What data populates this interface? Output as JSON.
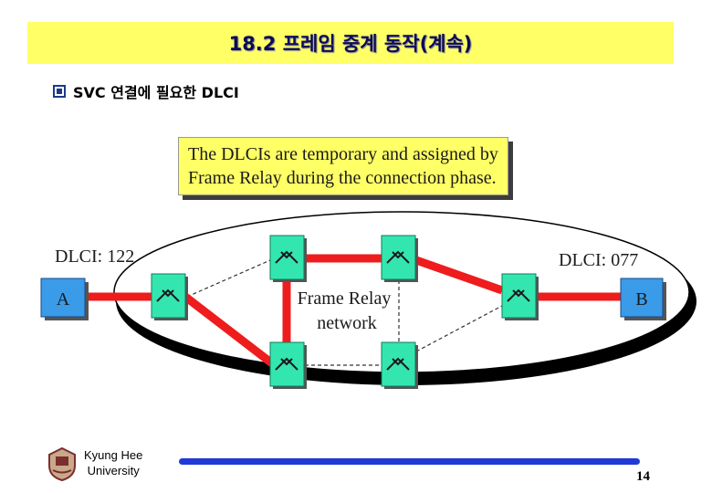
{
  "slide": {
    "title": "18.2 프레임 중계 동작(계속)",
    "bullet": "SVC 연결에 필요한 DLCI",
    "note_lines": [
      "The DLCIs are temporary and assigned by",
      "Frame Relay during the connection phase."
    ]
  },
  "diagram": {
    "dlci_left": "DLCI: 122",
    "dlci_right": "DLCI: 077",
    "endpoint_a": "A",
    "endpoint_b": "B",
    "network_label_line1": "Frame Relay",
    "network_label_line2": "network"
  },
  "footer": {
    "university_line1": "Kyung Hee",
    "university_line2": "University",
    "page_number": "14"
  },
  "colors": {
    "title_bg": "#ffff66",
    "path": "#ee1c1c",
    "switch_fill": "#33e6b0",
    "endpoint_fill": "#3a9be8",
    "accent_line": "#1f3ad6"
  },
  "icons": [
    "checkbox-bullet-icon",
    "switch-icon",
    "university-crest-icon"
  ]
}
